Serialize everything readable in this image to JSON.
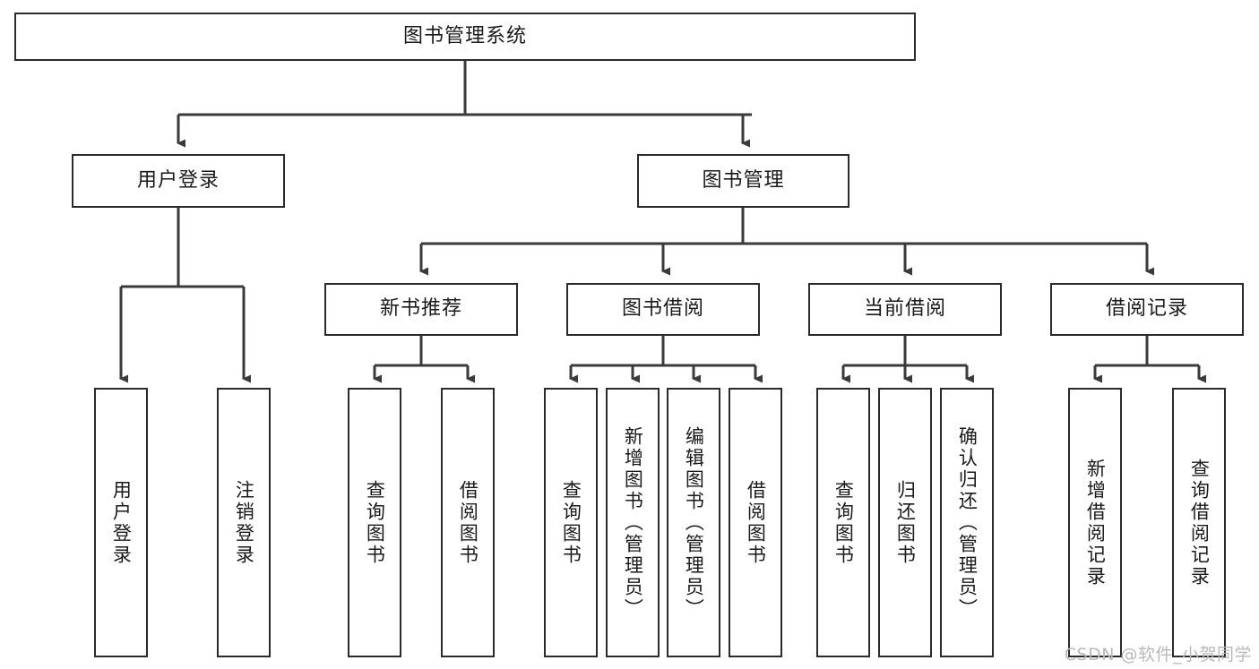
{
  "diagram": {
    "title": "图书管理系统",
    "type": "tree",
    "watermark": "CSDN @软件_小贺同学",
    "colors": {
      "box_border": "#2b2b2b",
      "box_fill": "#ffffff",
      "connector": "#3a3a3a",
      "text": "#1a1a1a",
      "watermark": "#b9b9b9"
    },
    "levels": {
      "root": {
        "label": "图书管理系统",
        "orientation": "horizontal"
      },
      "level2": [
        {
          "label": "用户登录",
          "orientation": "horizontal"
        },
        {
          "label": "图书管理",
          "orientation": "horizontal"
        }
      ],
      "level3": [
        {
          "label": "新书推荐",
          "orientation": "horizontal",
          "parent": "图书管理"
        },
        {
          "label": "图书借阅",
          "orientation": "horizontal",
          "parent": "图书管理"
        },
        {
          "label": "当前借阅",
          "orientation": "horizontal",
          "parent": "图书管理"
        },
        {
          "label": "借阅记录",
          "orientation": "horizontal",
          "parent": "图书管理"
        }
      ],
      "leaves": {
        "用户登录": [
          {
            "label": "用户登录",
            "orientation": "vertical"
          },
          {
            "label": "注销登录",
            "orientation": "vertical"
          }
        ],
        "新书推荐": [
          {
            "label": "查询图书",
            "orientation": "vertical"
          },
          {
            "label": "借阅图书",
            "orientation": "vertical"
          }
        ],
        "图书借阅": [
          {
            "label": "查询图书",
            "orientation": "vertical"
          },
          {
            "label": "新增图书（管理员）",
            "orientation": "vertical"
          },
          {
            "label": "编辑图书（管理员）",
            "orientation": "vertical"
          },
          {
            "label": "借阅图书",
            "orientation": "vertical"
          }
        ],
        "当前借阅": [
          {
            "label": "查询图书",
            "orientation": "vertical"
          },
          {
            "label": "归还图书",
            "orientation": "vertical"
          },
          {
            "label": "确认归还（管理员）",
            "orientation": "vertical"
          }
        ],
        "借阅记录": [
          {
            "label": "新增借阅记录",
            "orientation": "vertical"
          },
          {
            "label": "查询借阅记录",
            "orientation": "vertical"
          }
        ]
      }
    }
  }
}
